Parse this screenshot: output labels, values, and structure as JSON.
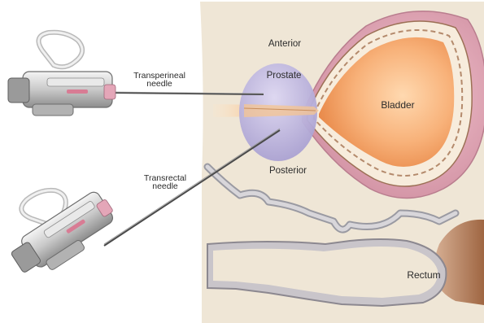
{
  "labels": {
    "anterior": "Anterior",
    "prostate": "Prostate",
    "bladder": "Bladder",
    "posterior": "Posterior",
    "rectum": "Rectum",
    "transperineal_line1": "Transperineal",
    "transperineal_line2": "needle",
    "transrectal_line1": "Transrectal",
    "transrectal_line2": "needle"
  },
  "colors": {
    "tissue_background": "#efe6d6",
    "prostate": "#c7bfe3",
    "bladder_inner": "#f6a766",
    "bladder_wall": "#ddaab8",
    "rectum_wall": "#c7c3c7",
    "rectum_outer": "#b98560",
    "urethra": "#f2b57d"
  },
  "icons": {
    "device_top": "biopsy-gun-icon",
    "device_bottom": "biopsy-gun-icon"
  }
}
